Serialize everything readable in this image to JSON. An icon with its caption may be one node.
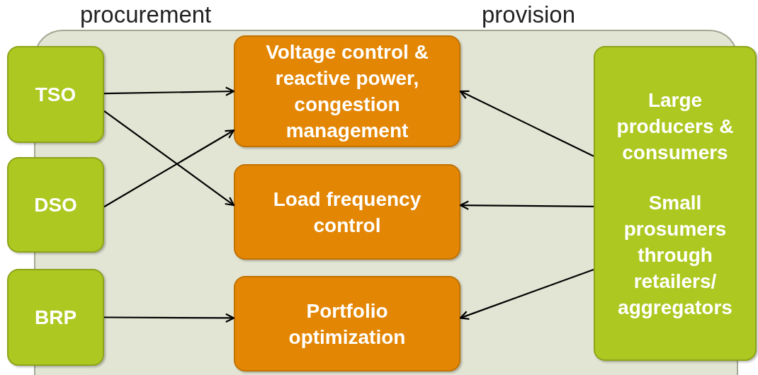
{
  "diagram": {
    "nodes": [
      {
        "text": [],
        "shape": "box"
      },
      {
        "text": [
          "TSO"
        ]
      },
      {
        "text": [
          "DSO"
        ]
      },
      {
        "text": [
          "BRP"
        ]
      },
      {
        "text": [
          "Voltage control & reactive power, congestion management"
        ],
        "in": 0
      },
      {
        "text": [
          "Load frequency control"
        ],
        "in": 0
      },
      {
        "text": [
          "Portfolio optimization"
        ],
        "in": 0
      },
      {
        "text": [
          "Large producers & consumers",
          "Small prosumers through retailers/ aggregators"
        ]
      }
    ],
    "edges": [
      {
        "from": 1,
        "to": 4,
        "arrow": "to"
      },
      {
        "from": 1,
        "to": 5,
        "arrow": "to"
      },
      {
        "from": 2,
        "to": 4,
        "arrow": "to"
      },
      {
        "from": 3,
        "to": 6,
        "arrow": "to"
      },
      {
        "from": 7,
        "to": 4,
        "arrow": "to"
      },
      {
        "from": 7,
        "to": 5,
        "arrow": "to"
      },
      {
        "from": 7,
        "to": 6,
        "arrow": "to"
      }
    ],
    "labels": [
      "procurement",
      "provision"
    ]
  }
}
